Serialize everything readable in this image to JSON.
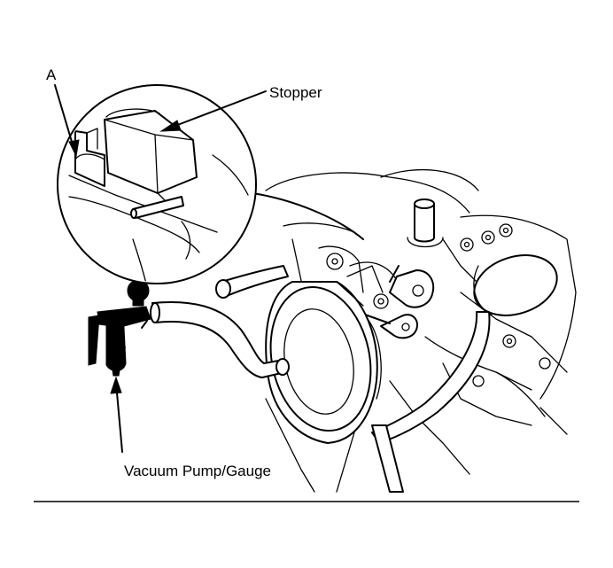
{
  "labels": {
    "a": "A",
    "stopper": "Stopper",
    "vacuum_pump": "Vacuum Pump/Gauge"
  },
  "colors": {
    "ink": "#000000",
    "paper": "#ffffff"
  }
}
